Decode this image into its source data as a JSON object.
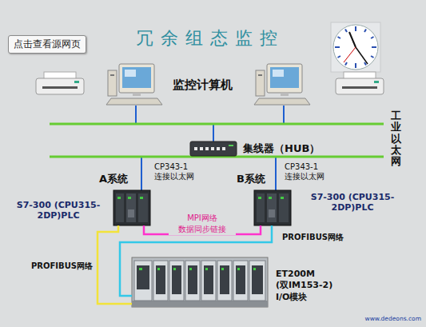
{
  "diagram": {
    "title": "冗余组态监控",
    "nodes": [
      {
        "text": [
          "点击查看源网页"
        ]
      },
      {
        "text": [
          "集线器（HUB）"
        ]
      },
      {
        "text": [
          "A系统",
          "S7-300 (CPU315-2DP)PLC"
        ]
      },
      {
        "text": [
          "B系统",
          "S7-300 (CPU315-2DP)PLC"
        ]
      },
      {
        "text": [
          "ET200M (双IM153-2) I/O模块"
        ]
      }
    ],
    "edges": [
      {
        "from": 2,
        "to": 3,
        "arrow": "none",
        "label": "MPI网络 数据同步链接"
      },
      {
        "from": 2,
        "to": 4,
        "arrow": "none",
        "label": "PROFIBUS网络"
      },
      {
        "from": 3,
        "to": 4,
        "arrow": "none",
        "label": "PROFIBUS网络"
      }
    ],
    "labels": [
      "监控计算机",
      "工业以太网",
      "CP343-1 连接以太网",
      "CP343-1 连接以太网",
      "www.dedeons.com"
    ]
  }
}
